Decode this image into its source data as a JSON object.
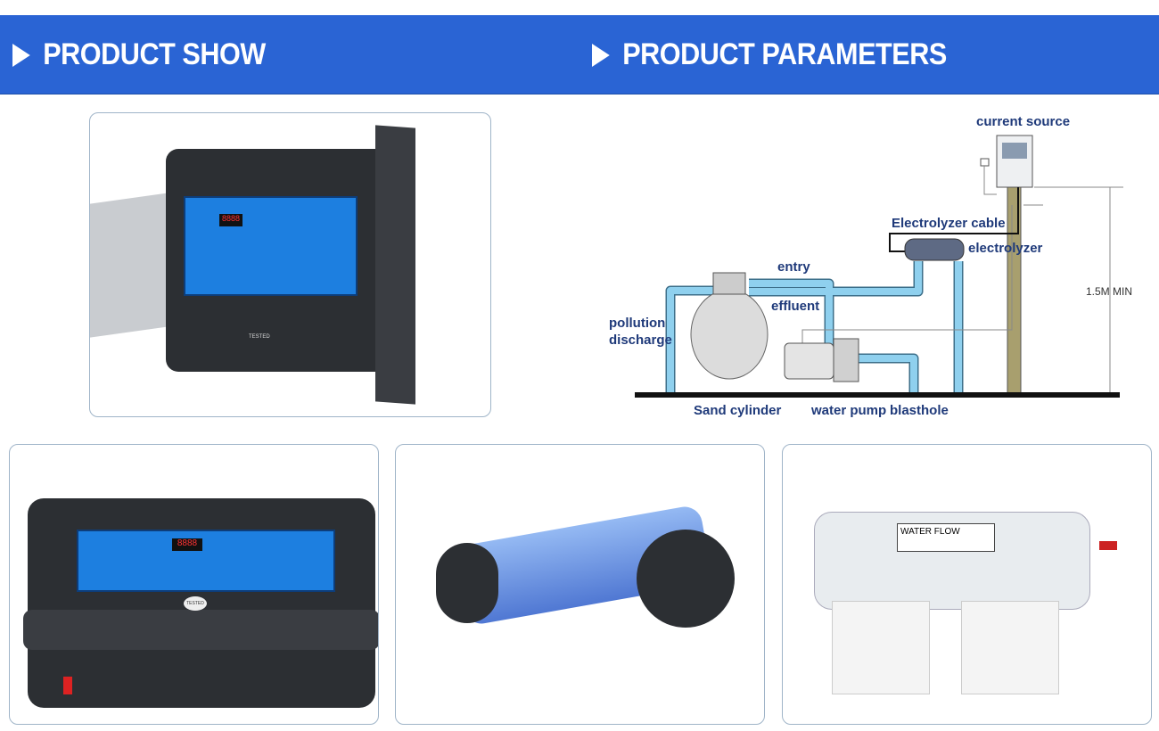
{
  "banner": {
    "left_title": "PRODUCT SHOW",
    "right_title": "PRODUCT PARAMETERS",
    "color": "#2a64d4"
  },
  "diagram": {
    "labels": {
      "current_source": "current source",
      "electrolyzer_cable": "Electrolyzer cable",
      "electrolyzer": "electrolyzer",
      "entry": "entry",
      "effluent": "effluent",
      "pollution": "pollution",
      "discharge": "discharge",
      "height": "1.5M MIN",
      "sand_cylinder": "Sand cylinder",
      "water_pump": "water pump",
      "blasthole": "blasthole"
    },
    "label_color": "#1f3a7a",
    "pipe_color": "#8fd0ee"
  },
  "photos": {
    "tested_label": "TESTED",
    "water_flow_label": "WATER FLOW",
    "display_digits": "8888"
  }
}
